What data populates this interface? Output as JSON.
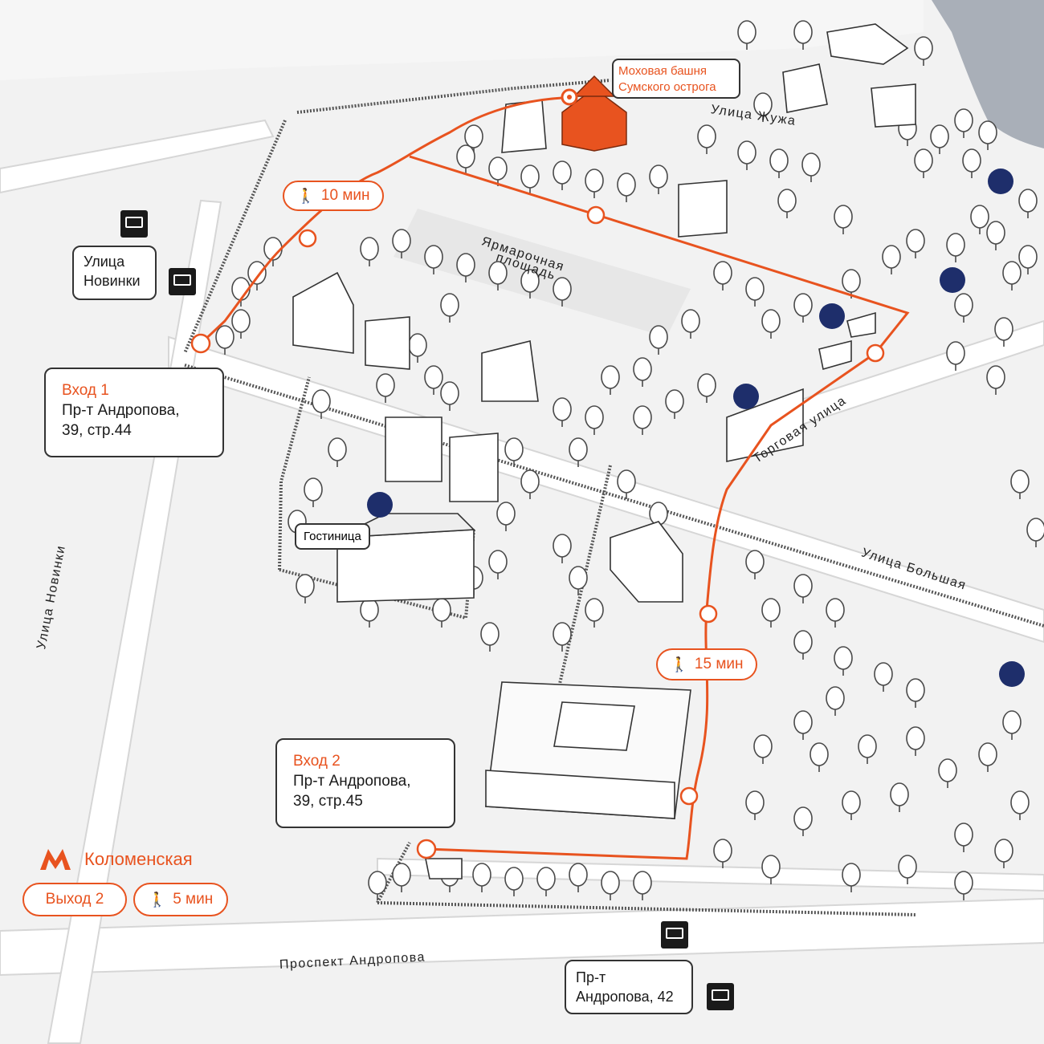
{
  "landmark": {
    "title_line1": "Моховая башня",
    "title_line2": "Сумского острога"
  },
  "streets": {
    "zhuzha": "Улица Жужа",
    "novinki_vertical": "Улица Новинки",
    "bolshaya": "Улица Большая",
    "torgovaya": "Торговая улица",
    "andropova": "Проспект Андропова",
    "fair_square_line1": "Ярмарочная",
    "fair_square_line2": "площадь"
  },
  "bus_stops": {
    "novinki": {
      "line1": "Улица",
      "line2": "Новинки"
    },
    "andropova": {
      "line1": "Пр-т",
      "line2": "Андропова, 42"
    }
  },
  "entrances": {
    "entrance1": {
      "title": "Вход 1",
      "line1": "Пр-т Андропова,",
      "line2": "39, стр.44"
    },
    "entrance2": {
      "title": "Вход 2",
      "line1": "Пр-т Андропова,",
      "line2": "39, стр.45"
    }
  },
  "walk_times": {
    "route1": "10 мин",
    "route2": "15 мин"
  },
  "hotel": "Гостиница",
  "metro": {
    "station": "Коломенская",
    "exit": "Выход 2",
    "walk": "5 мин"
  },
  "colors": {
    "accent": "#e8531f",
    "cafe": "#1e2e6b",
    "water": "#a9afb8",
    "line": "#555555"
  },
  "icons": [
    "bus-icon",
    "cafe-icon",
    "walk-icon",
    "metro-icon",
    "landmark-pin-icon"
  ]
}
